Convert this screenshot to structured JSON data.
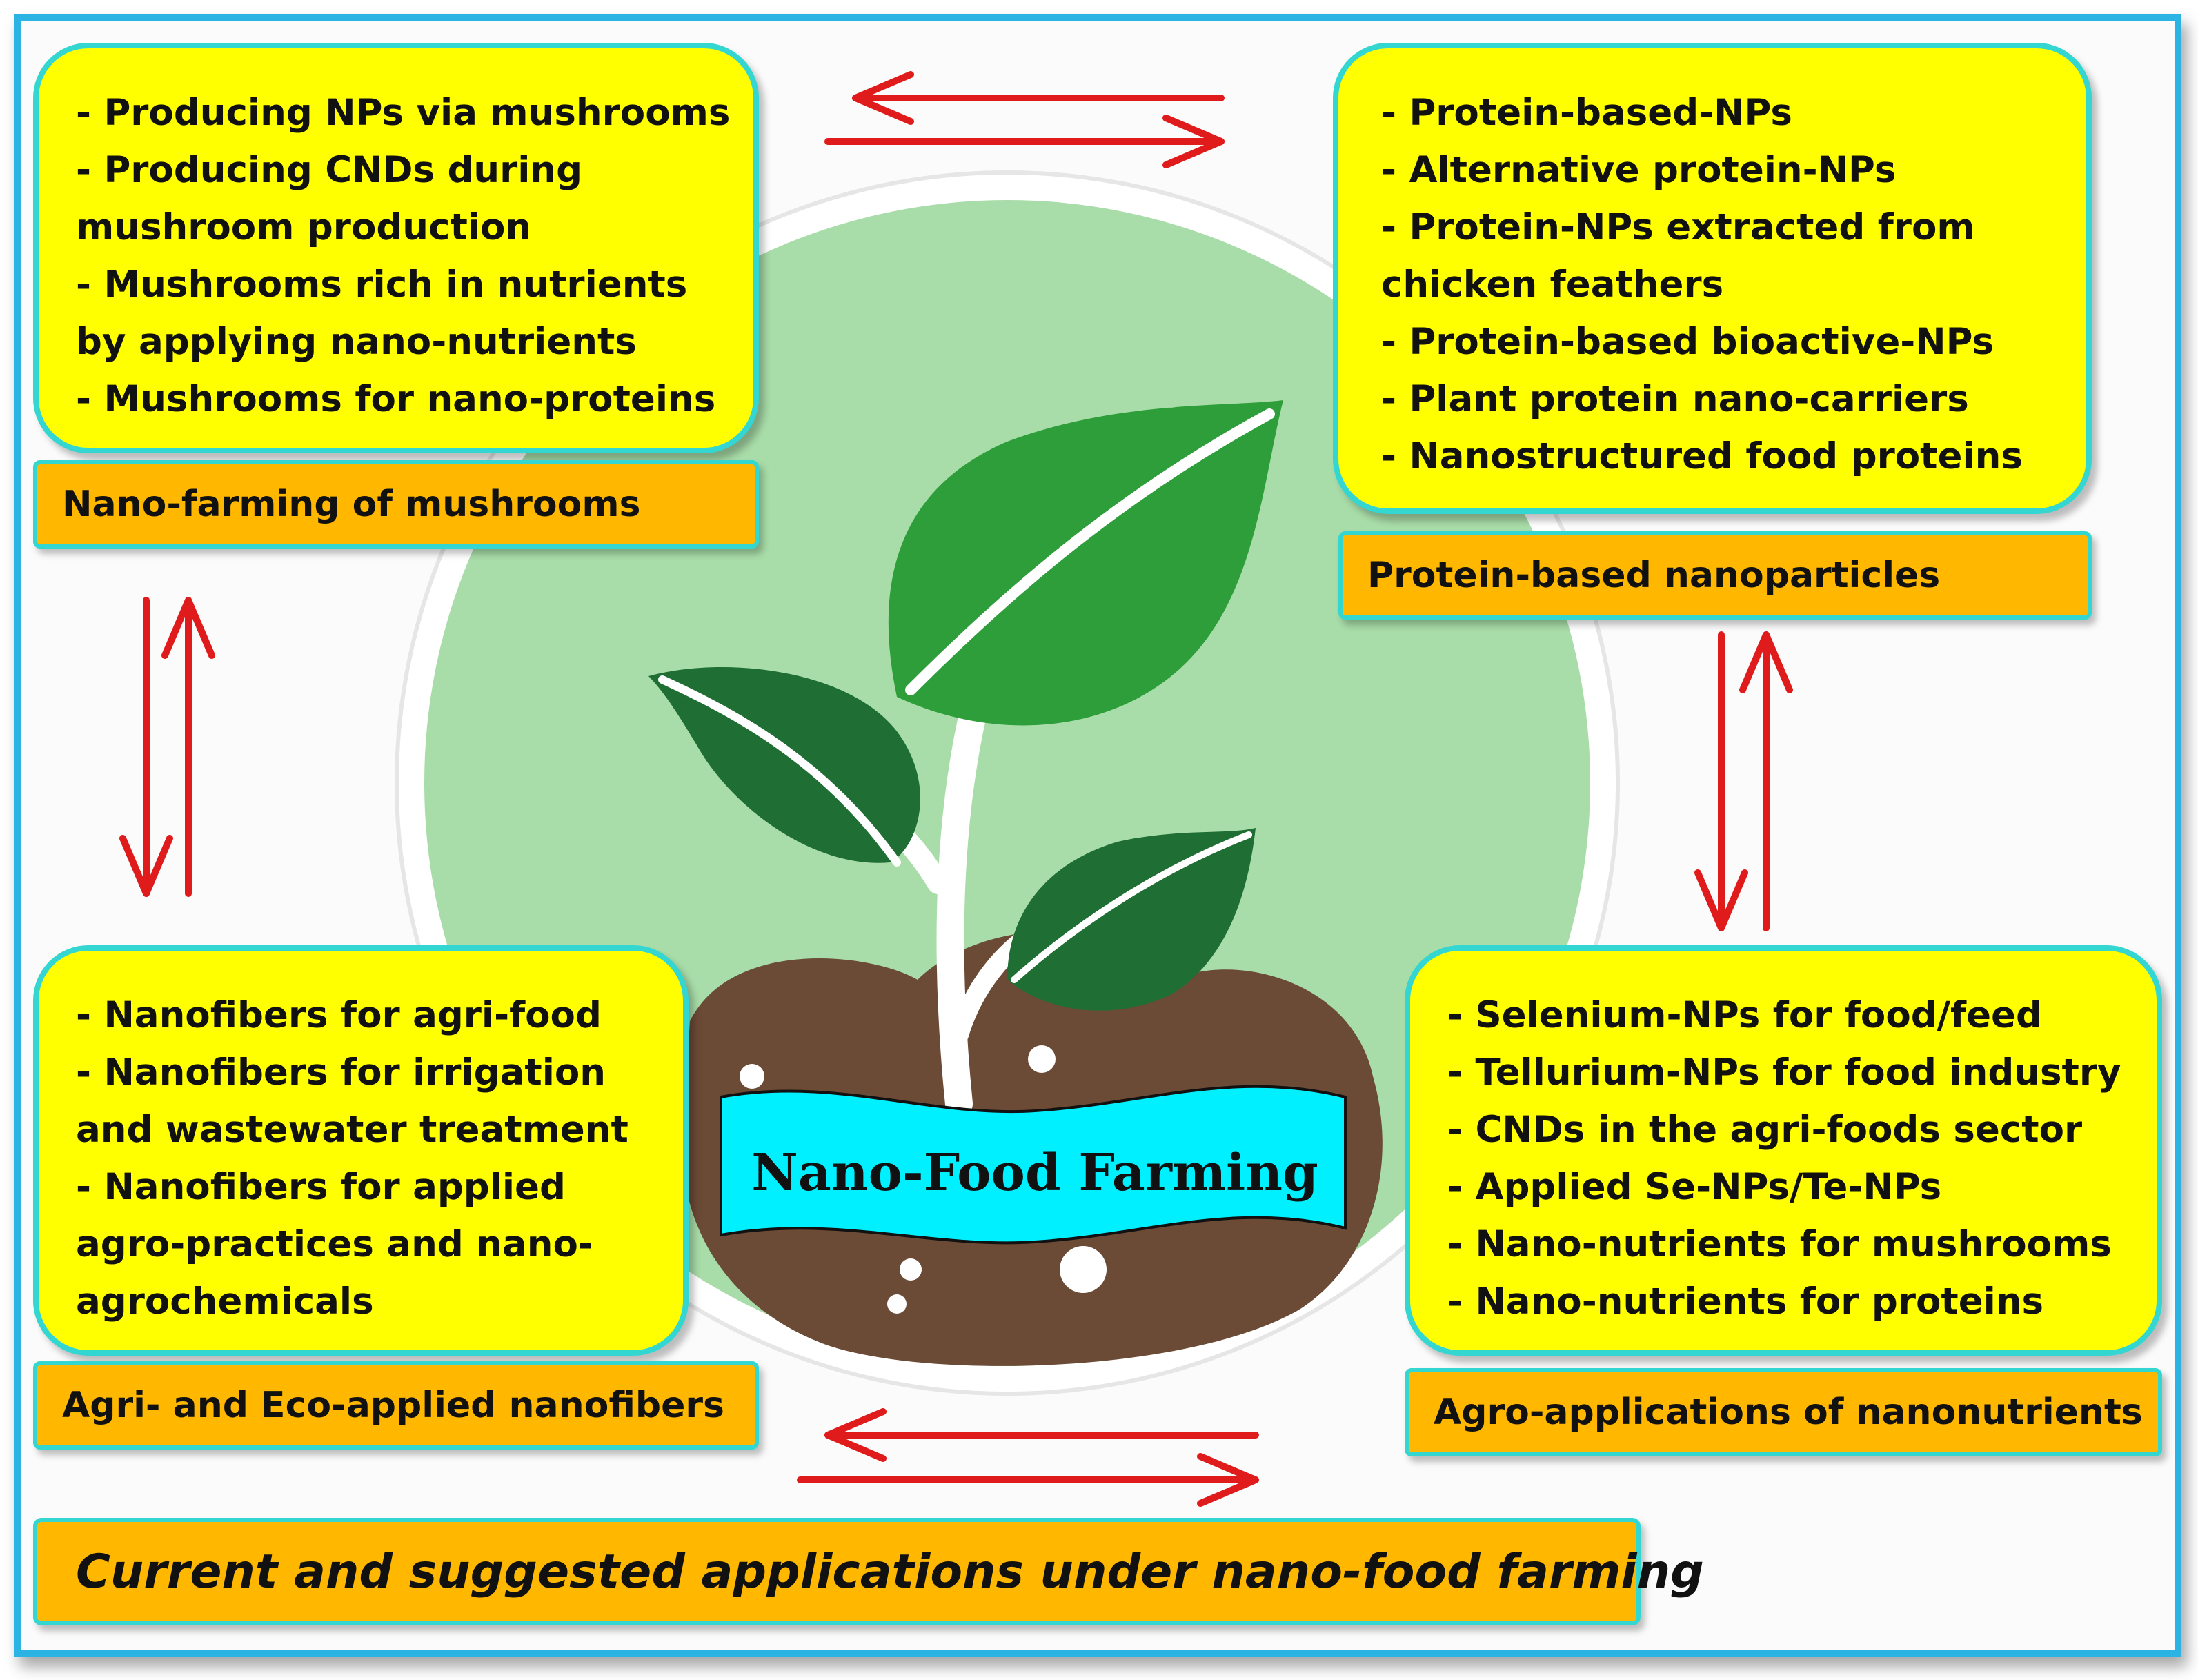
{
  "title": "Current and suggested applications under nano-food farming",
  "center_label": "Nano-Food Farming",
  "quadrants": {
    "top_left": {
      "label": "Nano-farming of mushrooms",
      "items": [
        "- Producing NPs via mushrooms",
        "- Producing CNDs during",
        "mushroom production",
        "- Mushrooms rich in nutrients",
        "by applying nano-nutrients",
        "- Mushrooms for nano-proteins"
      ]
    },
    "top_right": {
      "label": "Protein-based nanoparticles",
      "items": [
        "- Protein-based-NPs",
        "- Alternative protein-NPs",
        "- Protein-NPs extracted from",
        "chicken feathers",
        "- Protein-based bioactive-NPs",
        "- Plant protein nano-carriers",
        "- Nanostructured food proteins"
      ]
    },
    "bottom_left": {
      "label": "Agri- and Eco-applied nanofibers",
      "items": [
        "- Nanofibers for agri-food",
        "- Nanofibers for irrigation",
        "and wastewater treatment",
        "- Nanofibers for applied",
        "agro-practices and nano-",
        "agrochemicals"
      ]
    },
    "bottom_right": {
      "label": "Agro-applications of nanonutrients",
      "items": [
        "- Selenium-NPs for food/feed",
        "- Tellurium-NPs for food industry",
        "- CNDs in the agri-foods sector",
        "- Applied Se-NPs/Te-NPs",
        "- Nano-nutrients for mushrooms",
        "- Nano-nutrients for proteins"
      ]
    }
  },
  "colors": {
    "box_fill": "#ffff00",
    "box_border": "#33d6d0",
    "label_fill": "#ffb700",
    "arrow": "#e01b1b",
    "frame": "#2bb3e3",
    "leaf_light": "#2e9e3a",
    "leaf_dark": "#1f6e34",
    "soil": "#6b4a36",
    "circle_fill": "#a8dca8",
    "banner_fill": "#00f0ff"
  }
}
